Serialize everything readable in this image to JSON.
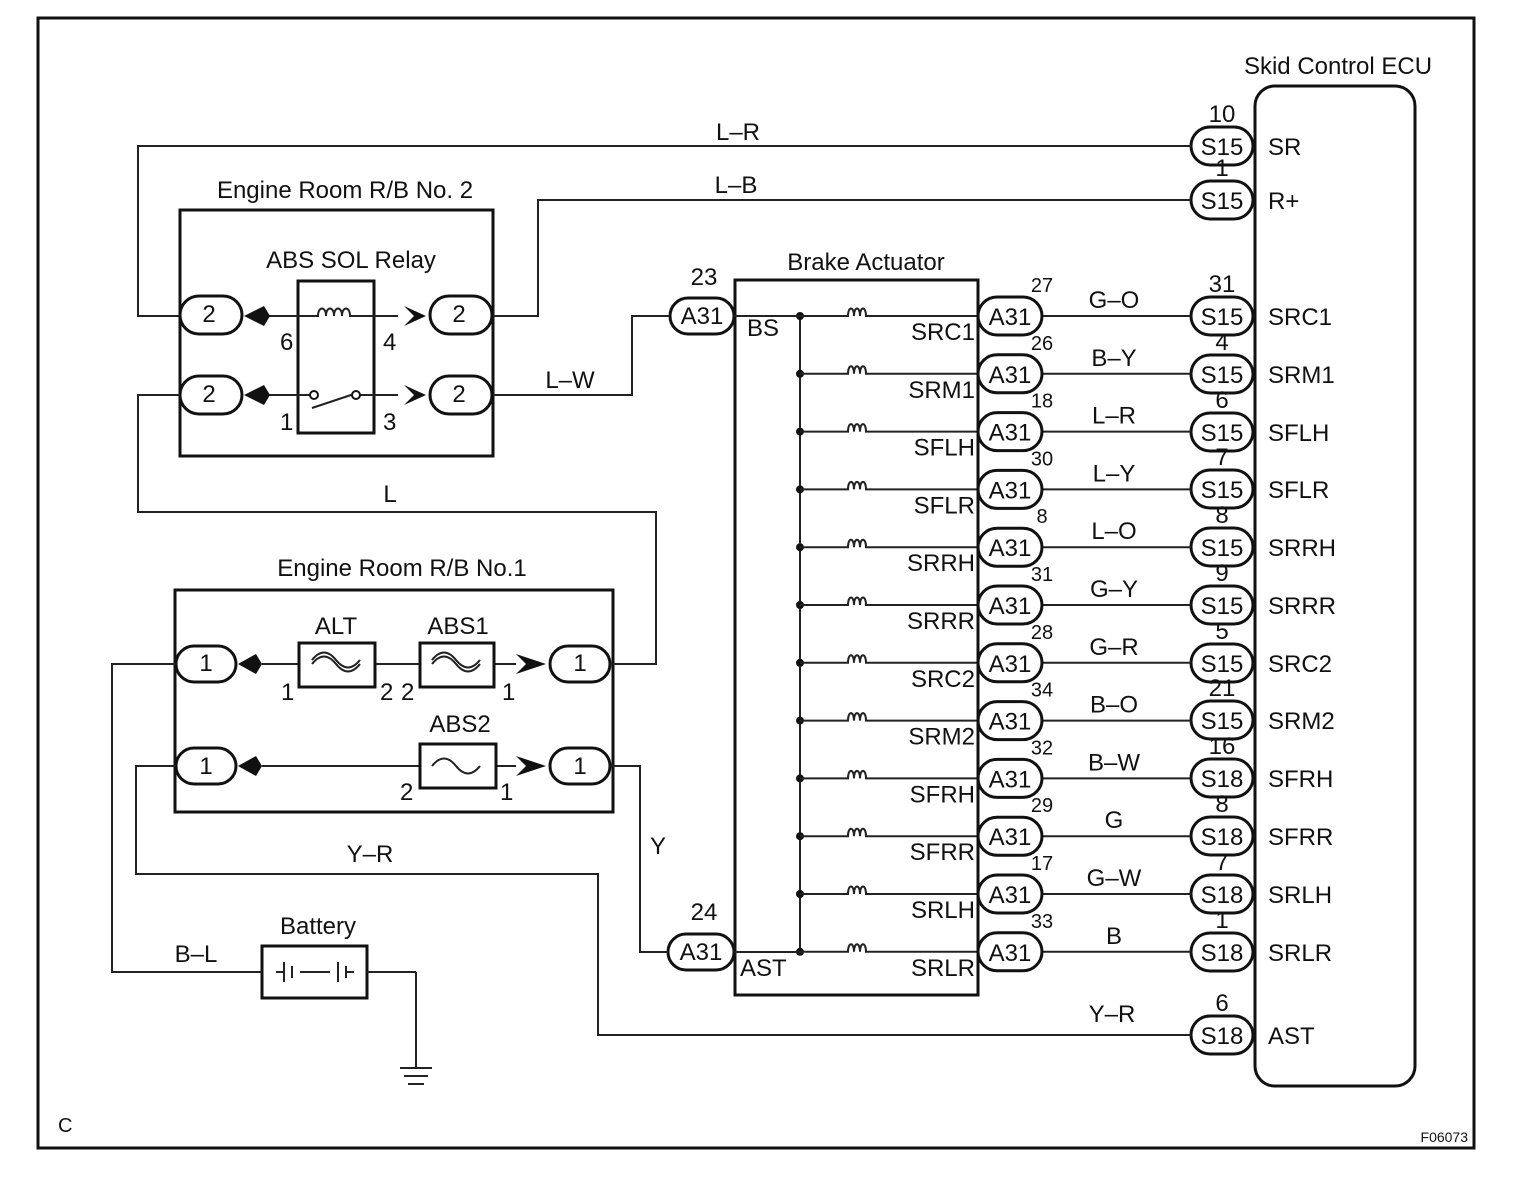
{
  "ecu": {
    "title": "Skid Control ECU",
    "pins": [
      {
        "num": "10",
        "conn": "S15",
        "name": "SR"
      },
      {
        "num": "1",
        "conn": "S15",
        "name": "R+"
      },
      {
        "num": "31",
        "conn": "S15",
        "name": "SRC1"
      },
      {
        "num": "4",
        "conn": "S15",
        "name": "SRM1"
      },
      {
        "num": "6",
        "conn": "S15",
        "name": "SFLH"
      },
      {
        "num": "7",
        "conn": "S15",
        "name": "SFLR"
      },
      {
        "num": "8",
        "conn": "S15",
        "name": "SRRH"
      },
      {
        "num": "9",
        "conn": "S15",
        "name": "SRRR"
      },
      {
        "num": "5",
        "conn": "S15",
        "name": "SRC2"
      },
      {
        "num": "21",
        "conn": "S15",
        "name": "SRM2"
      },
      {
        "num": "16",
        "conn": "S18",
        "name": "SFRH"
      },
      {
        "num": "8",
        "conn": "S18",
        "name": "SFRR"
      },
      {
        "num": "7",
        "conn": "S18",
        "name": "SRLH"
      },
      {
        "num": "1",
        "conn": "S18",
        "name": "SRLR"
      },
      {
        "num": "6",
        "conn": "S18",
        "name": "AST"
      }
    ]
  },
  "actuator": {
    "title": "Brake Actuator",
    "bs_label": "BS",
    "ast_label": "AST",
    "bs_conn": {
      "num": "23",
      "conn": "A31"
    },
    "ast_conn": {
      "num": "24",
      "conn": "A31"
    },
    "solenoids": [
      {
        "name": "SRC1",
        "num": "27",
        "conn": "A31",
        "wire": "G–O"
      },
      {
        "name": "SRM1",
        "num": "26",
        "conn": "A31",
        "wire": "B–Y"
      },
      {
        "name": "SFLH",
        "num": "18",
        "conn": "A31",
        "wire": "L–R"
      },
      {
        "name": "SFLR",
        "num": "30",
        "conn": "A31",
        "wire": "L–Y"
      },
      {
        "name": "SRRH",
        "num": "8",
        "conn": "A31",
        "wire": "L–O"
      },
      {
        "name": "SRRR",
        "num": "31",
        "conn": "A31",
        "wire": "G–Y"
      },
      {
        "name": "SRC2",
        "num": "28",
        "conn": "A31",
        "wire": "G–R"
      },
      {
        "name": "SRM2",
        "num": "34",
        "conn": "A31",
        "wire": "B–O"
      },
      {
        "name": "SFRH",
        "num": "32",
        "conn": "A31",
        "wire": "B–W"
      },
      {
        "name": "SFRR",
        "num": "29",
        "conn": "A31",
        "wire": "G"
      },
      {
        "name": "SRLH",
        "num": "17",
        "conn": "A31",
        "wire": "G–W"
      },
      {
        "name": "SRLR",
        "num": "33",
        "conn": "A31",
        "wire": "B"
      }
    ]
  },
  "rb2": {
    "title": "Engine Room R/B No. 2",
    "relay_title": "ABS SOL Relay",
    "conn": "2",
    "pins": {
      "p6": "6",
      "p4": "4",
      "p1": "1",
      "p3": "3"
    }
  },
  "rb1": {
    "title": "Engine Room R/B No.1",
    "fuse_alt": "ALT",
    "fuse_abs1": "ABS1",
    "fuse_abs2": "ABS2",
    "conn": "1",
    "pins": {
      "alt_1": "1",
      "alt_2": "2",
      "abs1_2": "2",
      "abs1_1": "1",
      "abs2_2": "2",
      "abs2_1": "1"
    }
  },
  "wires": {
    "sr": "L–R",
    "rplus": "L–B",
    "bs": "L–W",
    "l": "L",
    "y": "Y",
    "yr": "Y–R",
    "yr_ast": "Y–R",
    "bl": "B–L"
  },
  "battery": "Battery",
  "corner_label": "C",
  "figure_code": "F06073"
}
